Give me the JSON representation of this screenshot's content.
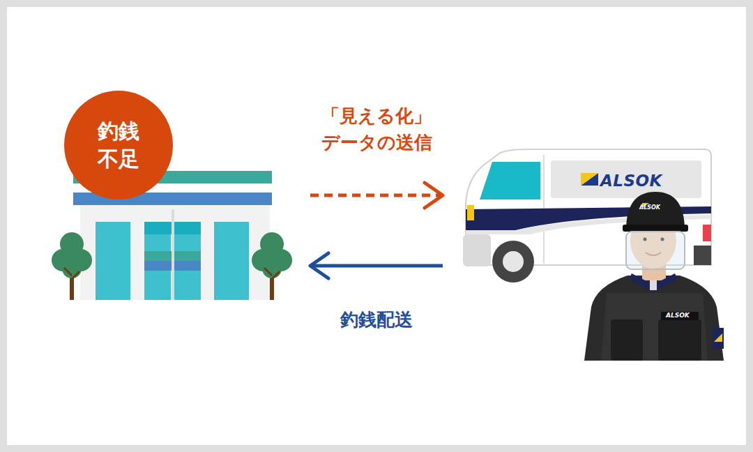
{
  "diagram": {
    "nodes": [
      {
        "text": [
          "釣銭 不足"
        ]
      },
      {
        "text": [
          "ALSOK"
        ]
      }
    ],
    "edges": [
      {
        "from": 0,
        "to": 1,
        "arrow": "to",
        "label": "「見える化」 データの送信"
      },
      {
        "from": 1,
        "to": 0,
        "arrow": "to",
        "label": "釣銭配送"
      }
    ],
    "labels": [
      "ALSOK",
      "ALSOK"
    ]
  }
}
